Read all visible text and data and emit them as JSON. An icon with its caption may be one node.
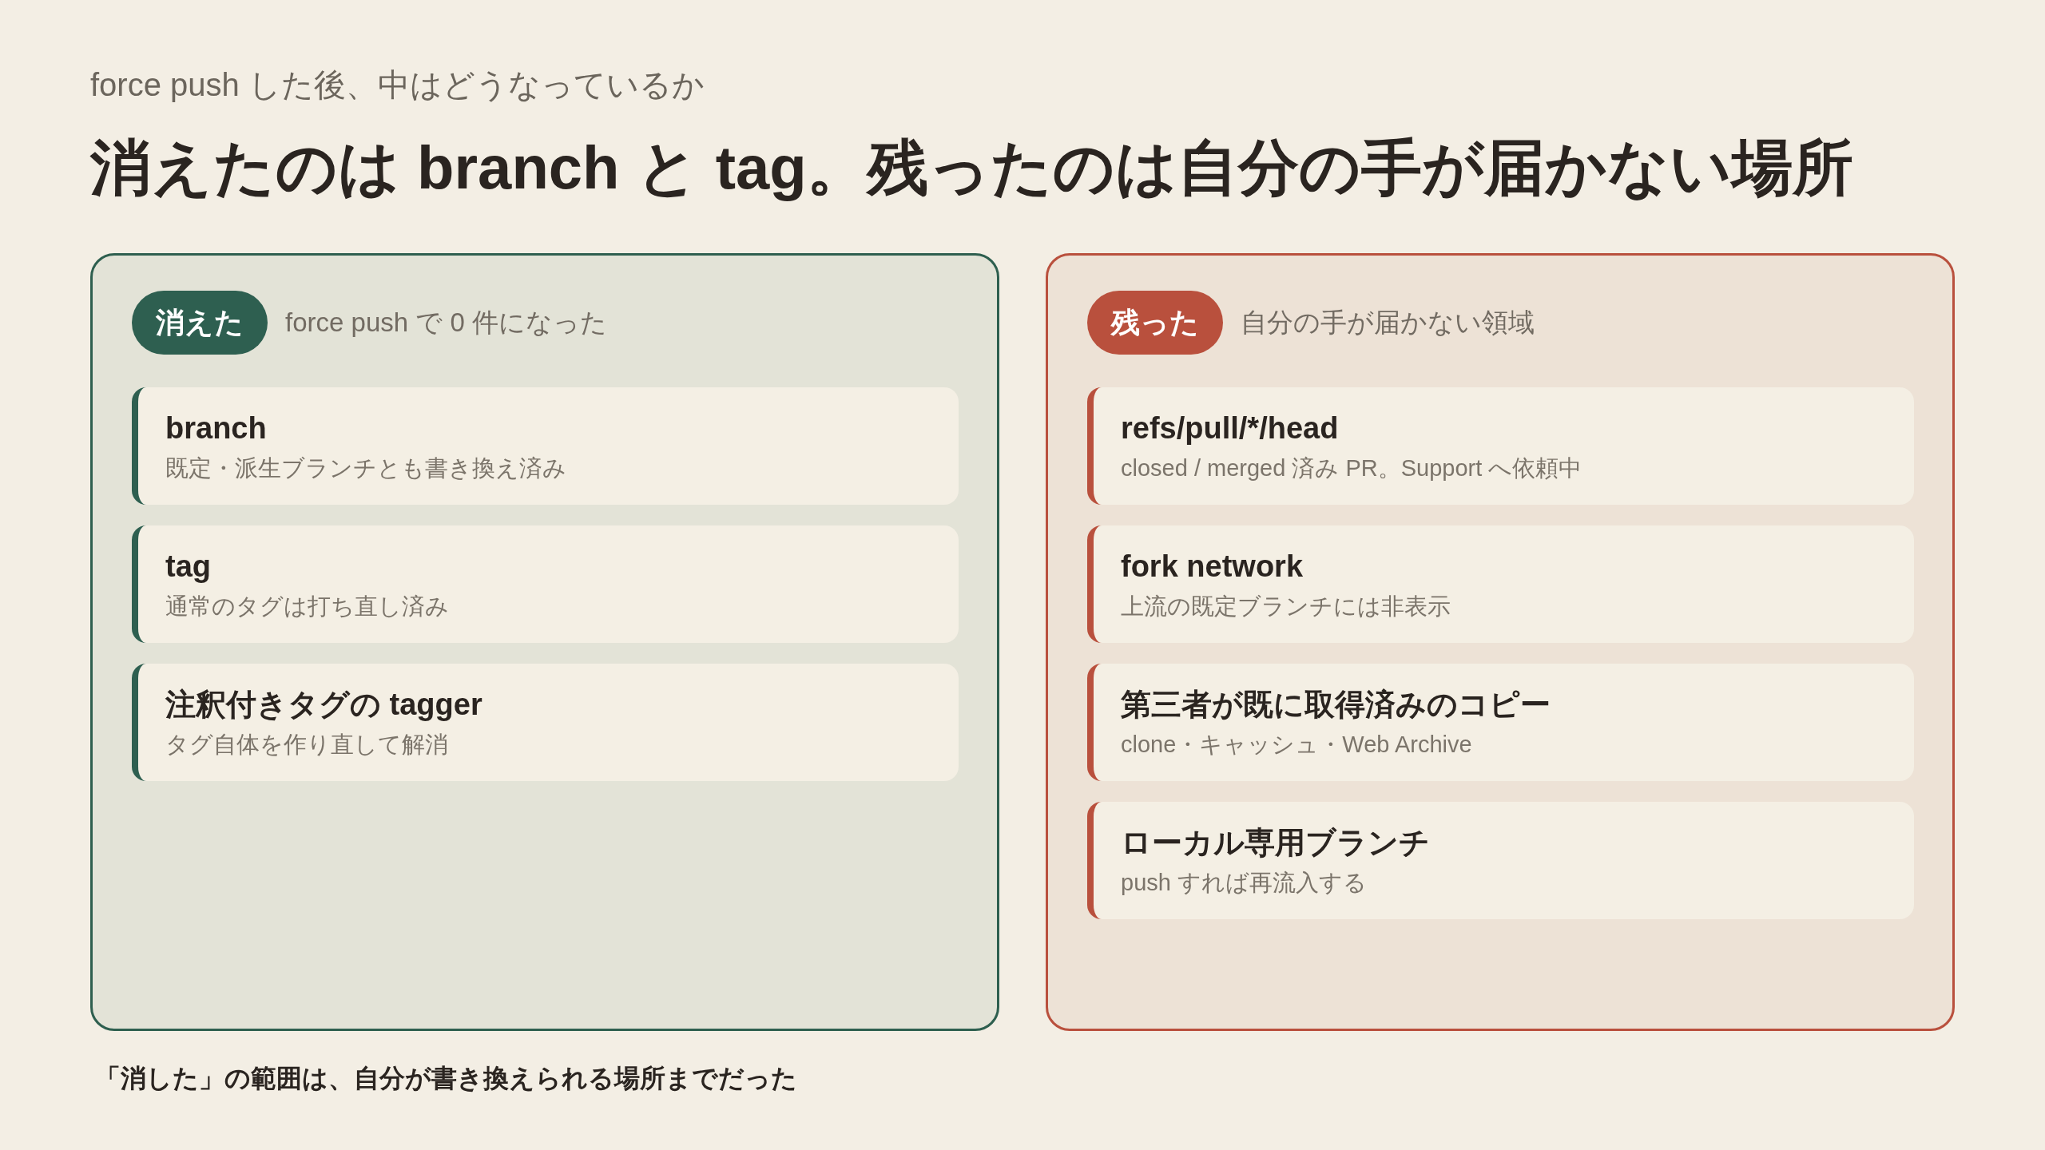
{
  "diagram": {
    "title": "消えたのは branch と tag。残ったのは自分の手が届かない場所",
    "caption": "「消した」の範囲は、自分が書き換えられる場所までだった",
    "labels": [
      "force push した後、中はどうなっているか"
    ],
    "nodes": [
      {
        "text": [],
        "shape": "box"
      },
      {
        "text": [
          "消えた"
        ],
        "in": 0,
        "beside": [
          "force push で 0 件になった"
        ]
      },
      {
        "text": [
          "branch",
          "既定・派生ブランチとも書き換え済み"
        ],
        "in": 0
      },
      {
        "text": [
          "tag",
          "通常のタグは打ち直し済み"
        ],
        "in": 0
      },
      {
        "text": [
          "注釈付きタグの tagger",
          "タグ自体を作り直して解消"
        ],
        "in": 0
      },
      {
        "text": [],
        "shape": "box"
      },
      {
        "text": [
          "残った"
        ],
        "in": 5,
        "beside": [
          "自分の手が届かない領域"
        ]
      },
      {
        "text": [
          "refs/pull/*/head",
          "closed / merged 済み PR。Support へ依頼中"
        ],
        "in": 5
      },
      {
        "text": [
          "fork network",
          "上流の既定ブランチには非表示"
        ],
        "in": 5
      },
      {
        "text": [
          "第三者が既に取得済みのコピー",
          "clone・キャッシュ・Web Archive"
        ],
        "in": 5
      },
      {
        "text": [
          "ローカル専用ブランチ",
          "push すれば再流入する"
        ],
        "in": 5
      }
    ]
  }
}
